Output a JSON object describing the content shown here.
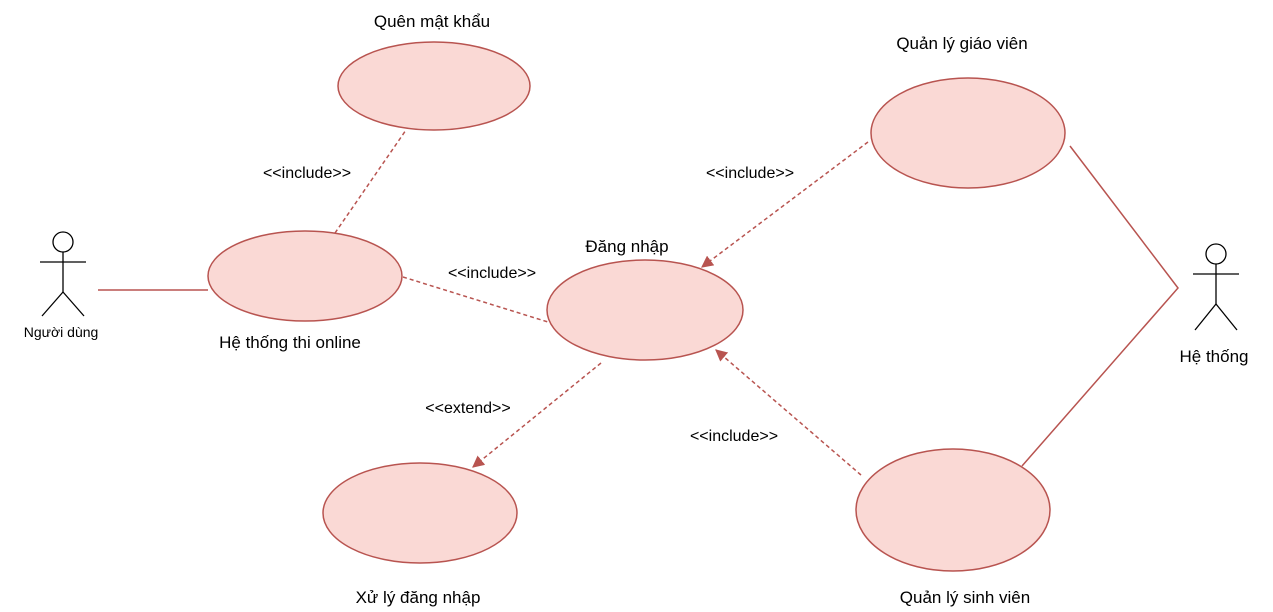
{
  "diagram": {
    "type": "use-case",
    "actors": {
      "user": {
        "label": "Người dùng"
      },
      "system": {
        "label": "Hệ thống"
      }
    },
    "use_cases": {
      "forgot_password": {
        "label": "Quên mật khẩu"
      },
      "online_exam": {
        "label": "Hệ thống thi online"
      },
      "login": {
        "label": "Đăng nhập"
      },
      "process_login": {
        "label": "Xử lý đăng nhập"
      },
      "manage_teachers": {
        "label": "Quản lý giáo viên"
      },
      "manage_students": {
        "label": "Quản lý sinh viên"
      }
    },
    "relations": [
      {
        "id": "exam-forgot",
        "type": "include",
        "label": "<<include>>"
      },
      {
        "id": "exam-login",
        "type": "include",
        "label": "<<include>>"
      },
      {
        "id": "teachers-login",
        "type": "include",
        "label": "<<include>>"
      },
      {
        "id": "students-login",
        "type": "include",
        "label": "<<include>>"
      },
      {
        "id": "login-process",
        "type": "extend",
        "label": "<<extend>>"
      }
    ],
    "colors": {
      "use_case_fill": "#fad9d5",
      "use_case_stroke": "#b85450",
      "line": "#b85450",
      "actor": "#000000"
    }
  }
}
